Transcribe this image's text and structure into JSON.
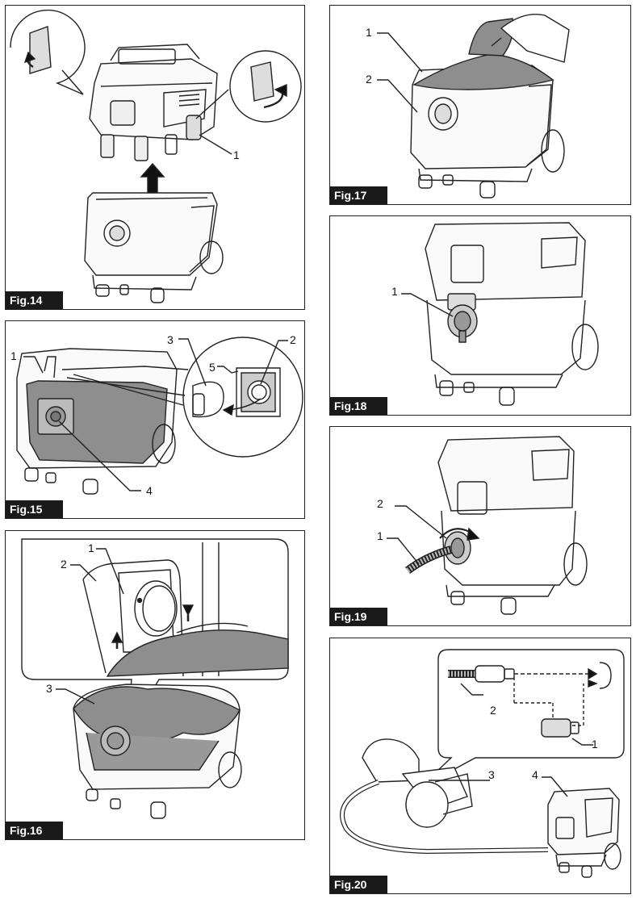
{
  "figures": {
    "fig14": {
      "label": "Fig.14",
      "callouts": [
        "1"
      ]
    },
    "fig15": {
      "label": "Fig.15",
      "callouts": [
        "1",
        "2",
        "3",
        "4",
        "5"
      ]
    },
    "fig16": {
      "label": "Fig.16",
      "callouts": [
        "1",
        "2",
        "3"
      ]
    },
    "fig17": {
      "label": "Fig.17",
      "callouts": [
        "1",
        "2"
      ]
    },
    "fig18": {
      "label": "Fig.18",
      "callouts": [
        "1"
      ]
    },
    "fig19": {
      "label": "Fig.19",
      "callouts": [
        "2",
        "1"
      ]
    },
    "fig20": {
      "label": "Fig.20",
      "callouts": [
        "2",
        "1",
        "3",
        "4"
      ]
    }
  }
}
